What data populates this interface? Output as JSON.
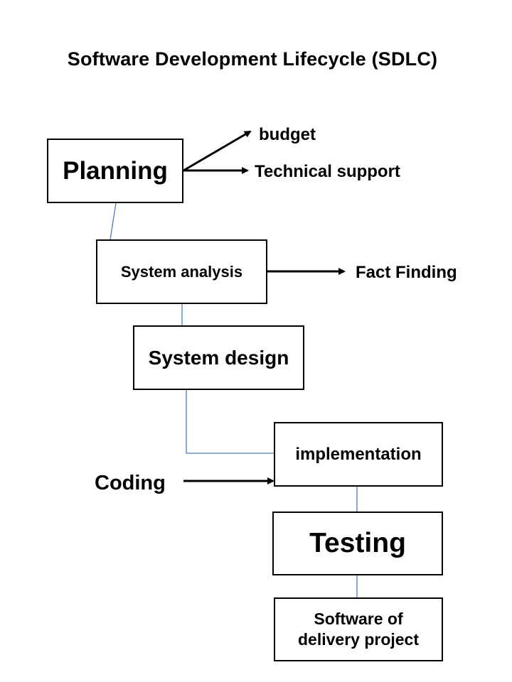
{
  "title": "Software Development Lifecycle (SDLC)",
  "nodes": {
    "planning": "Planning",
    "system_analysis": "System analysis",
    "system_design": "System design",
    "implementation": "implementation",
    "testing": "Testing",
    "delivery": "Software of delivery project"
  },
  "annotations": {
    "budget": "budget",
    "technical_support": "Technical support",
    "fact_finding": "Fact Finding",
    "coding": "Coding"
  },
  "colors": {
    "box_border": "#000000",
    "arrow": "#000000",
    "connector": "#4a7ebb"
  }
}
